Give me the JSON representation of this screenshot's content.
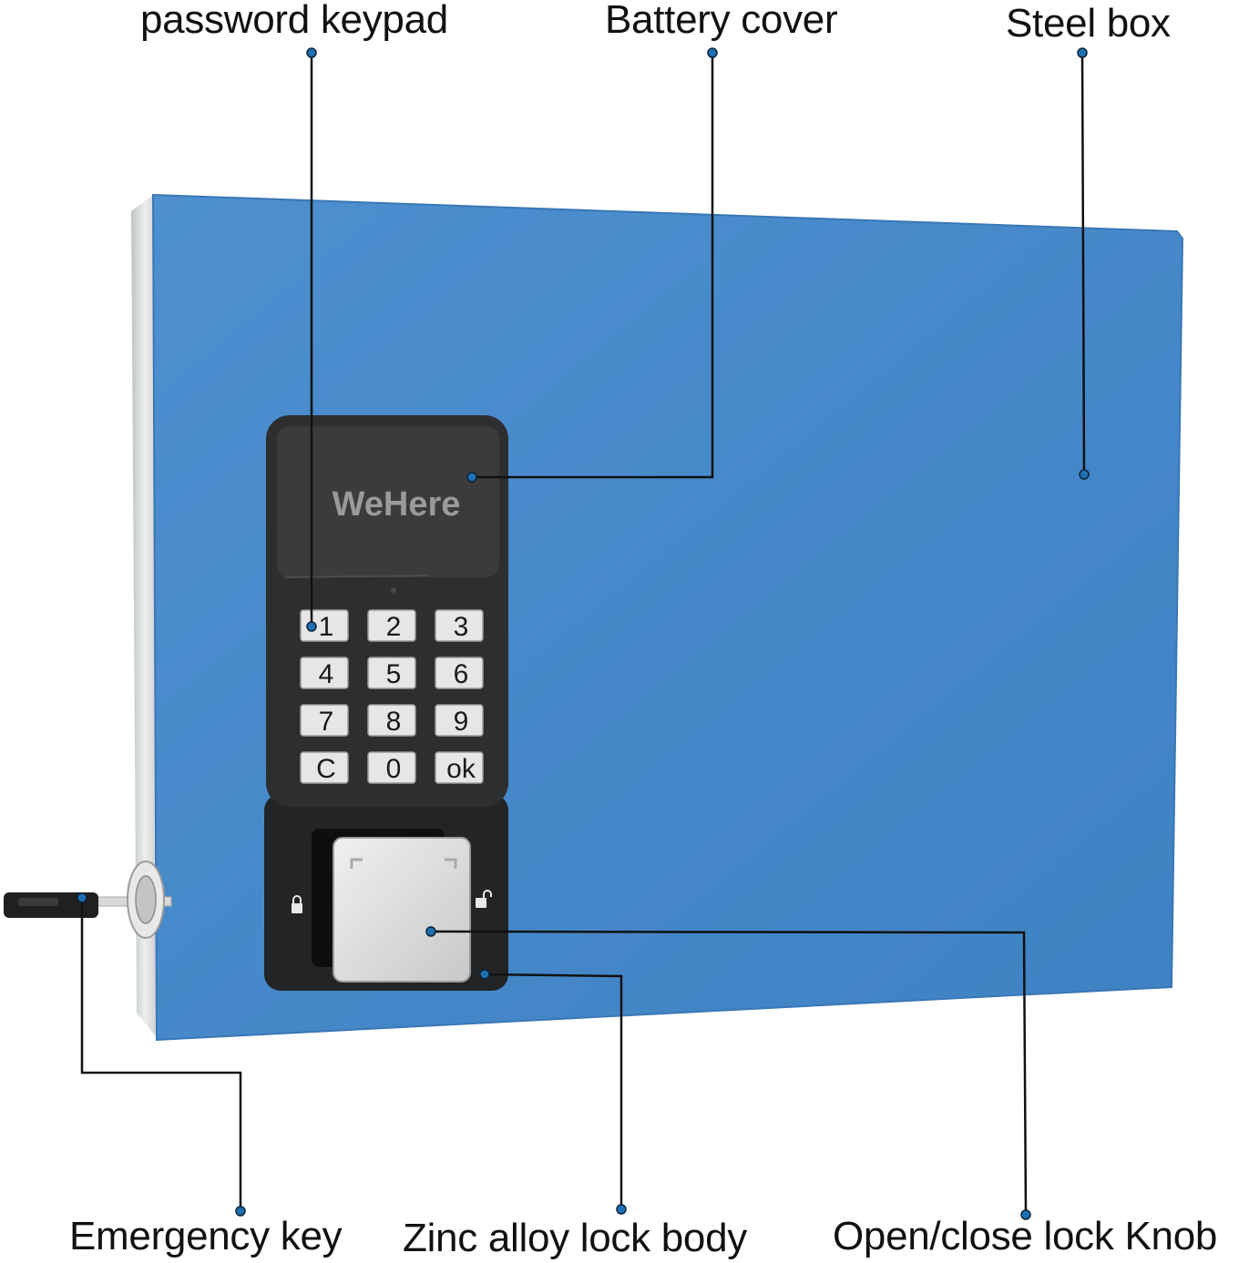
{
  "callouts": {
    "password_keypad": "password keypad",
    "battery_cover": "Battery cover",
    "steel_box": "Steel box",
    "emergency_key": "Emergency key",
    "zinc_alloy_lock_body": "Zinc alloy lock body",
    "open_close_lock_knob": "Open/close lock Knob"
  },
  "keypad": {
    "brand": "WeHere",
    "keys": [
      [
        "1",
        "2",
        "3"
      ],
      [
        "4",
        "5",
        "6"
      ],
      [
        "7",
        "8",
        "9"
      ],
      [
        "C",
        "0",
        "ok"
      ]
    ]
  },
  "colors": {
    "box_blue": "#4689c8",
    "box_edge": "#3a77b6",
    "side_silver": "#d2d4d6",
    "lock_dark": "#2a2b2d",
    "key_silver": "#e6e6e6",
    "leader_line": "#111111",
    "dot_fill": "#1f6fb3"
  }
}
